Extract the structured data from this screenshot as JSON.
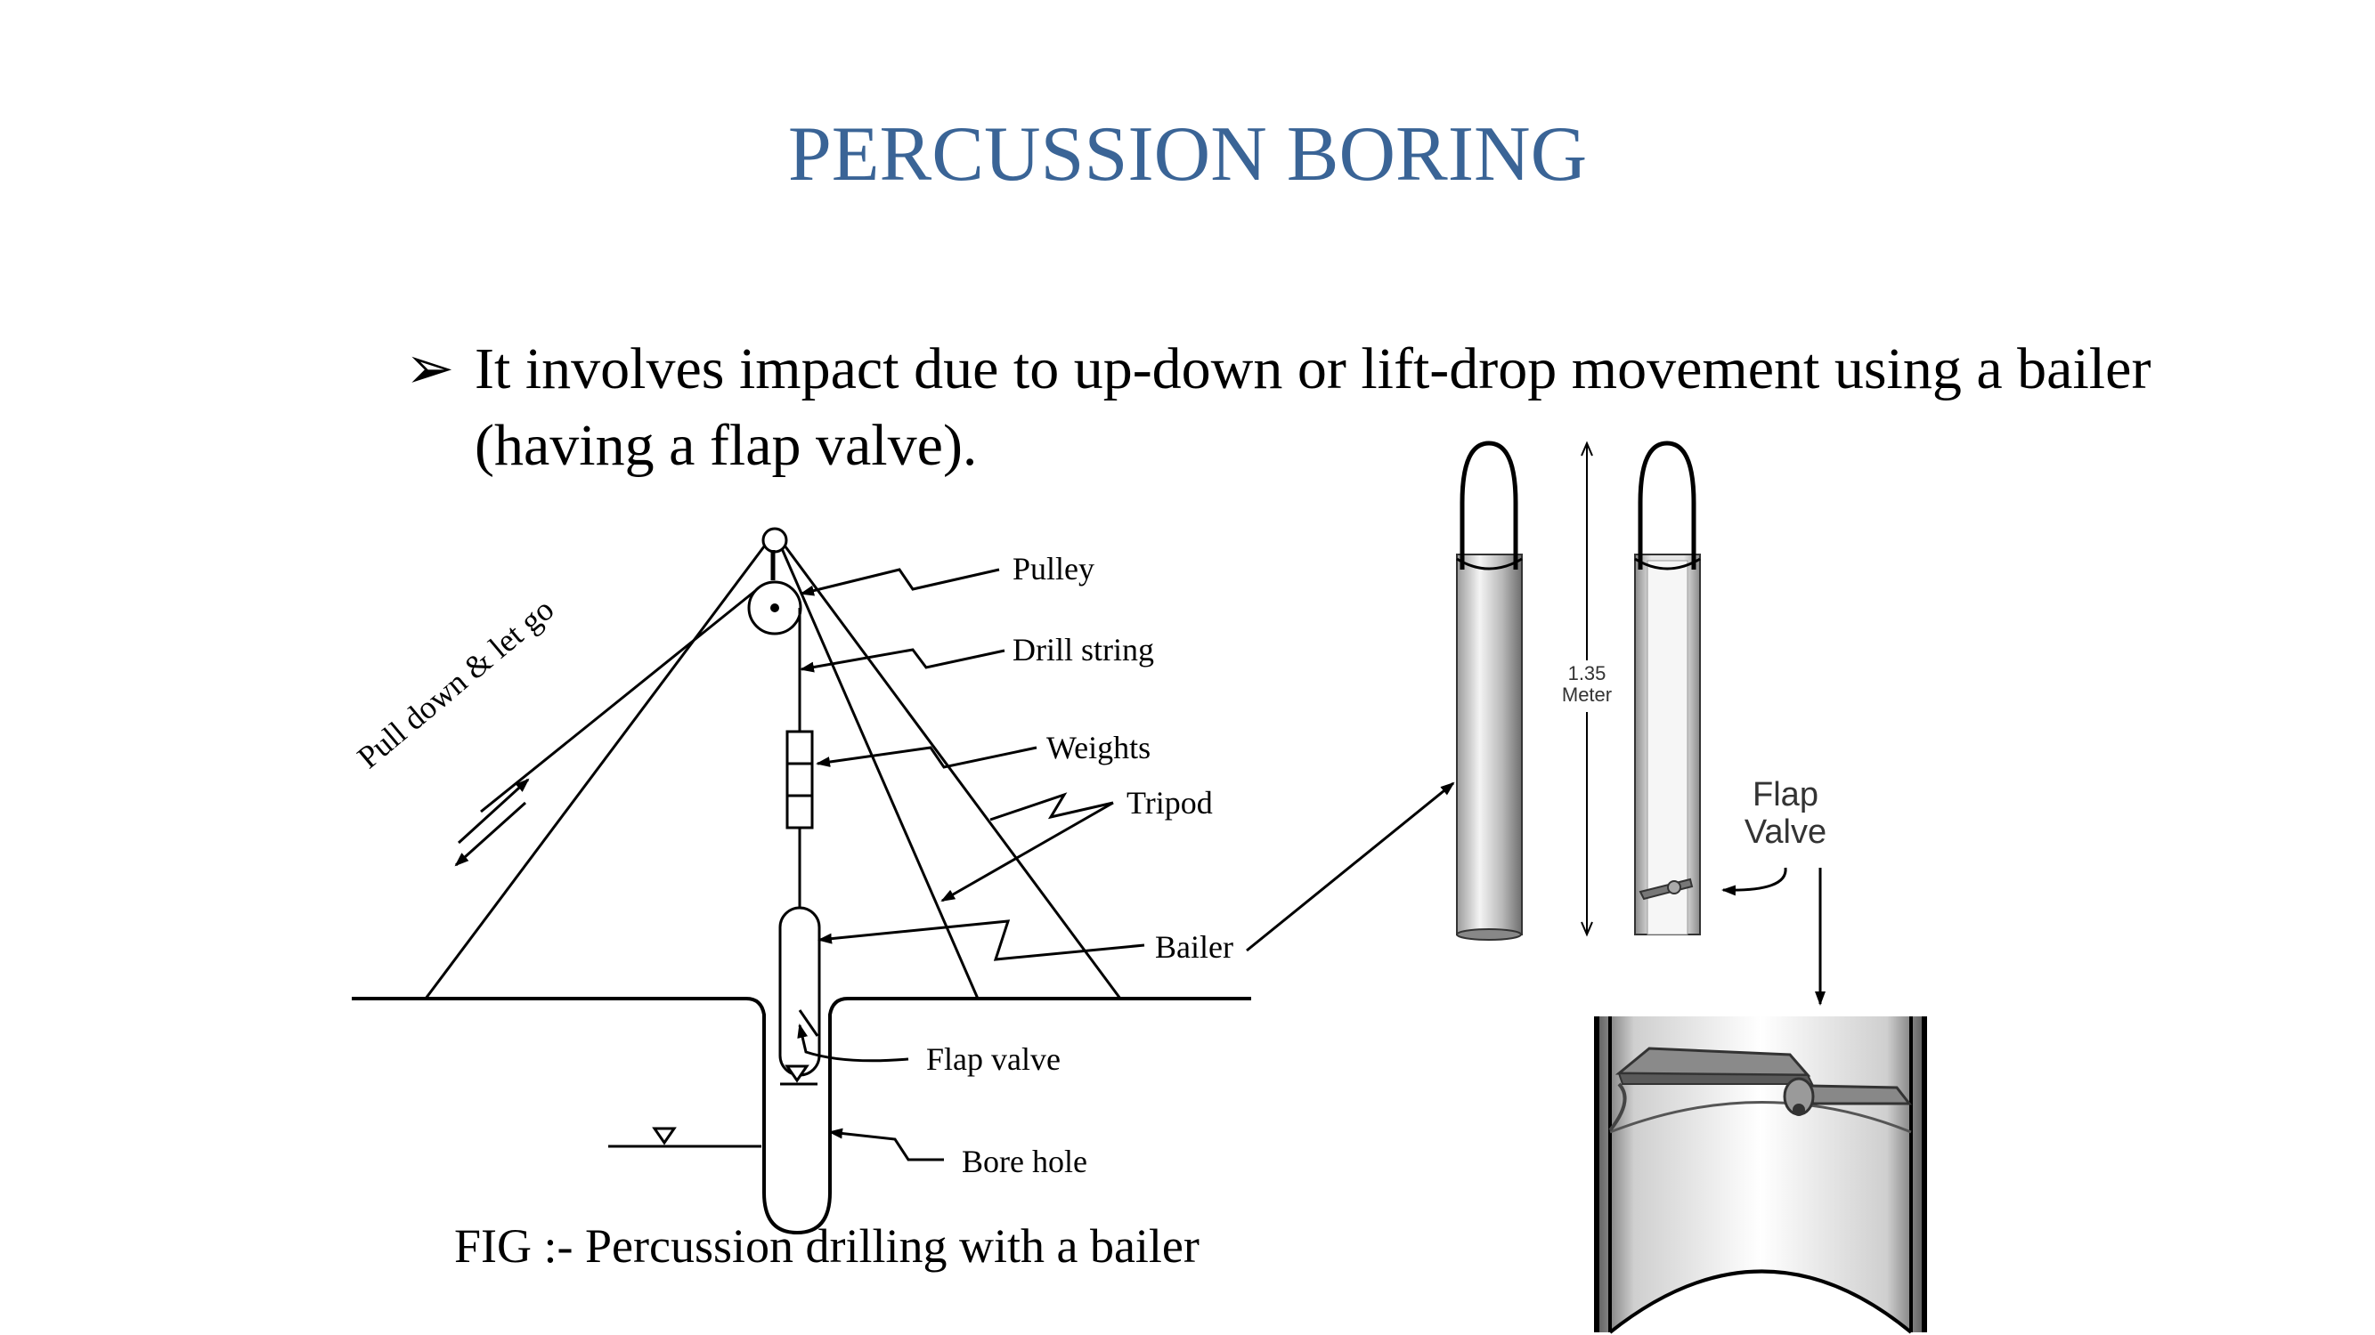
{
  "slide": {
    "title": "PERCUSSION BORING",
    "bullet_text": "It involves impact due to up-down or lift-drop movement using a bailer (having a flap valve).",
    "bullet_glyph": "➢"
  },
  "figure": {
    "caption": "FIG :- Percussion drilling with a bailer",
    "labels": {
      "pulley": "Pulley",
      "drill_string": "Drill string",
      "weights": "Weights",
      "tripod": "Tripod",
      "bailer": "Bailer",
      "flap_valve": "Flap valve",
      "bore_hole": "Bore hole",
      "pull_down": "Pull down & let go"
    }
  },
  "bailer_detail": {
    "length_value": "1.35",
    "length_unit": "Meter",
    "flap_label_line1": "Flap",
    "flap_label_line2": "Valve"
  }
}
